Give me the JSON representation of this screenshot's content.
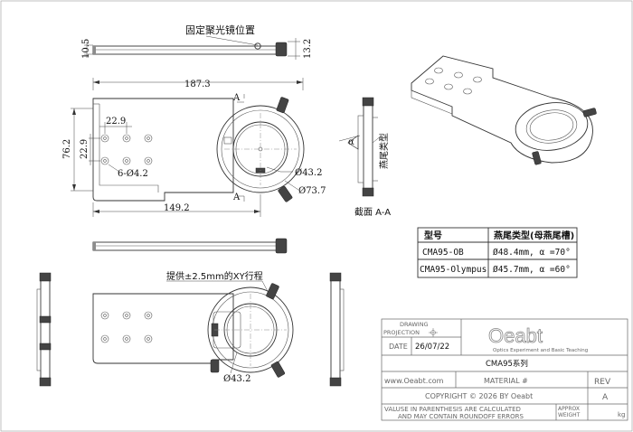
{
  "annotations": {
    "fixed_focus_label": "固定聚光镜位置",
    "xy_travel_label": "提供±2.5mm的XY行程",
    "dovetail_label": "燕尾类型",
    "section_label": "截面 A-A",
    "alpha_symbol": "α"
  },
  "dimensions": {
    "side_left": "10.5",
    "side_right": "13.2",
    "total_length": "187.3",
    "hole_pitch_x": "22.9",
    "hole_pitch_y": "22.9",
    "height": "76.2",
    "holes": "6-Ø4.2",
    "inner_dia": "Ø43.2",
    "outer_dia": "Ø73.7",
    "center_dist": "149.2",
    "bottom_dia": "Ø43.2",
    "section_a1": "A",
    "section_a2": "A"
  },
  "dovetail_table": {
    "headers": [
      "型号",
      "燕尾类型(母燕尾槽)"
    ],
    "rows": [
      [
        "CMA95-OB",
        "Ø48.4mm, α =70°"
      ],
      [
        "CMA95-Olympus",
        "Ø45.7mm, α =60°"
      ]
    ]
  },
  "title_block": {
    "drawing_label": "DRAWING",
    "projection_label": "PROJECTION",
    "date_label": "DATE",
    "date_value": "26/07/22",
    "logo_text": "Oeabt",
    "logo_tagline": "Optics Experiment and Basic Teaching",
    "series_name": "CMA95系列",
    "website": "www.Oeabt.com",
    "material_label": "MATERIAL #",
    "rev_label": "REV",
    "rev_value": "A",
    "copyright": "COPYRIGHT © 2026 BY Oeabt",
    "note_line1": "VALUSE IN PARENTHESIS ARE CALCULATED",
    "note_line2": "AND MAY CONTAIN ROUNDOFF ERRORS",
    "approx_label": "APPROX",
    "weight_label": "WEIGHT",
    "weight_unit": "kg"
  }
}
